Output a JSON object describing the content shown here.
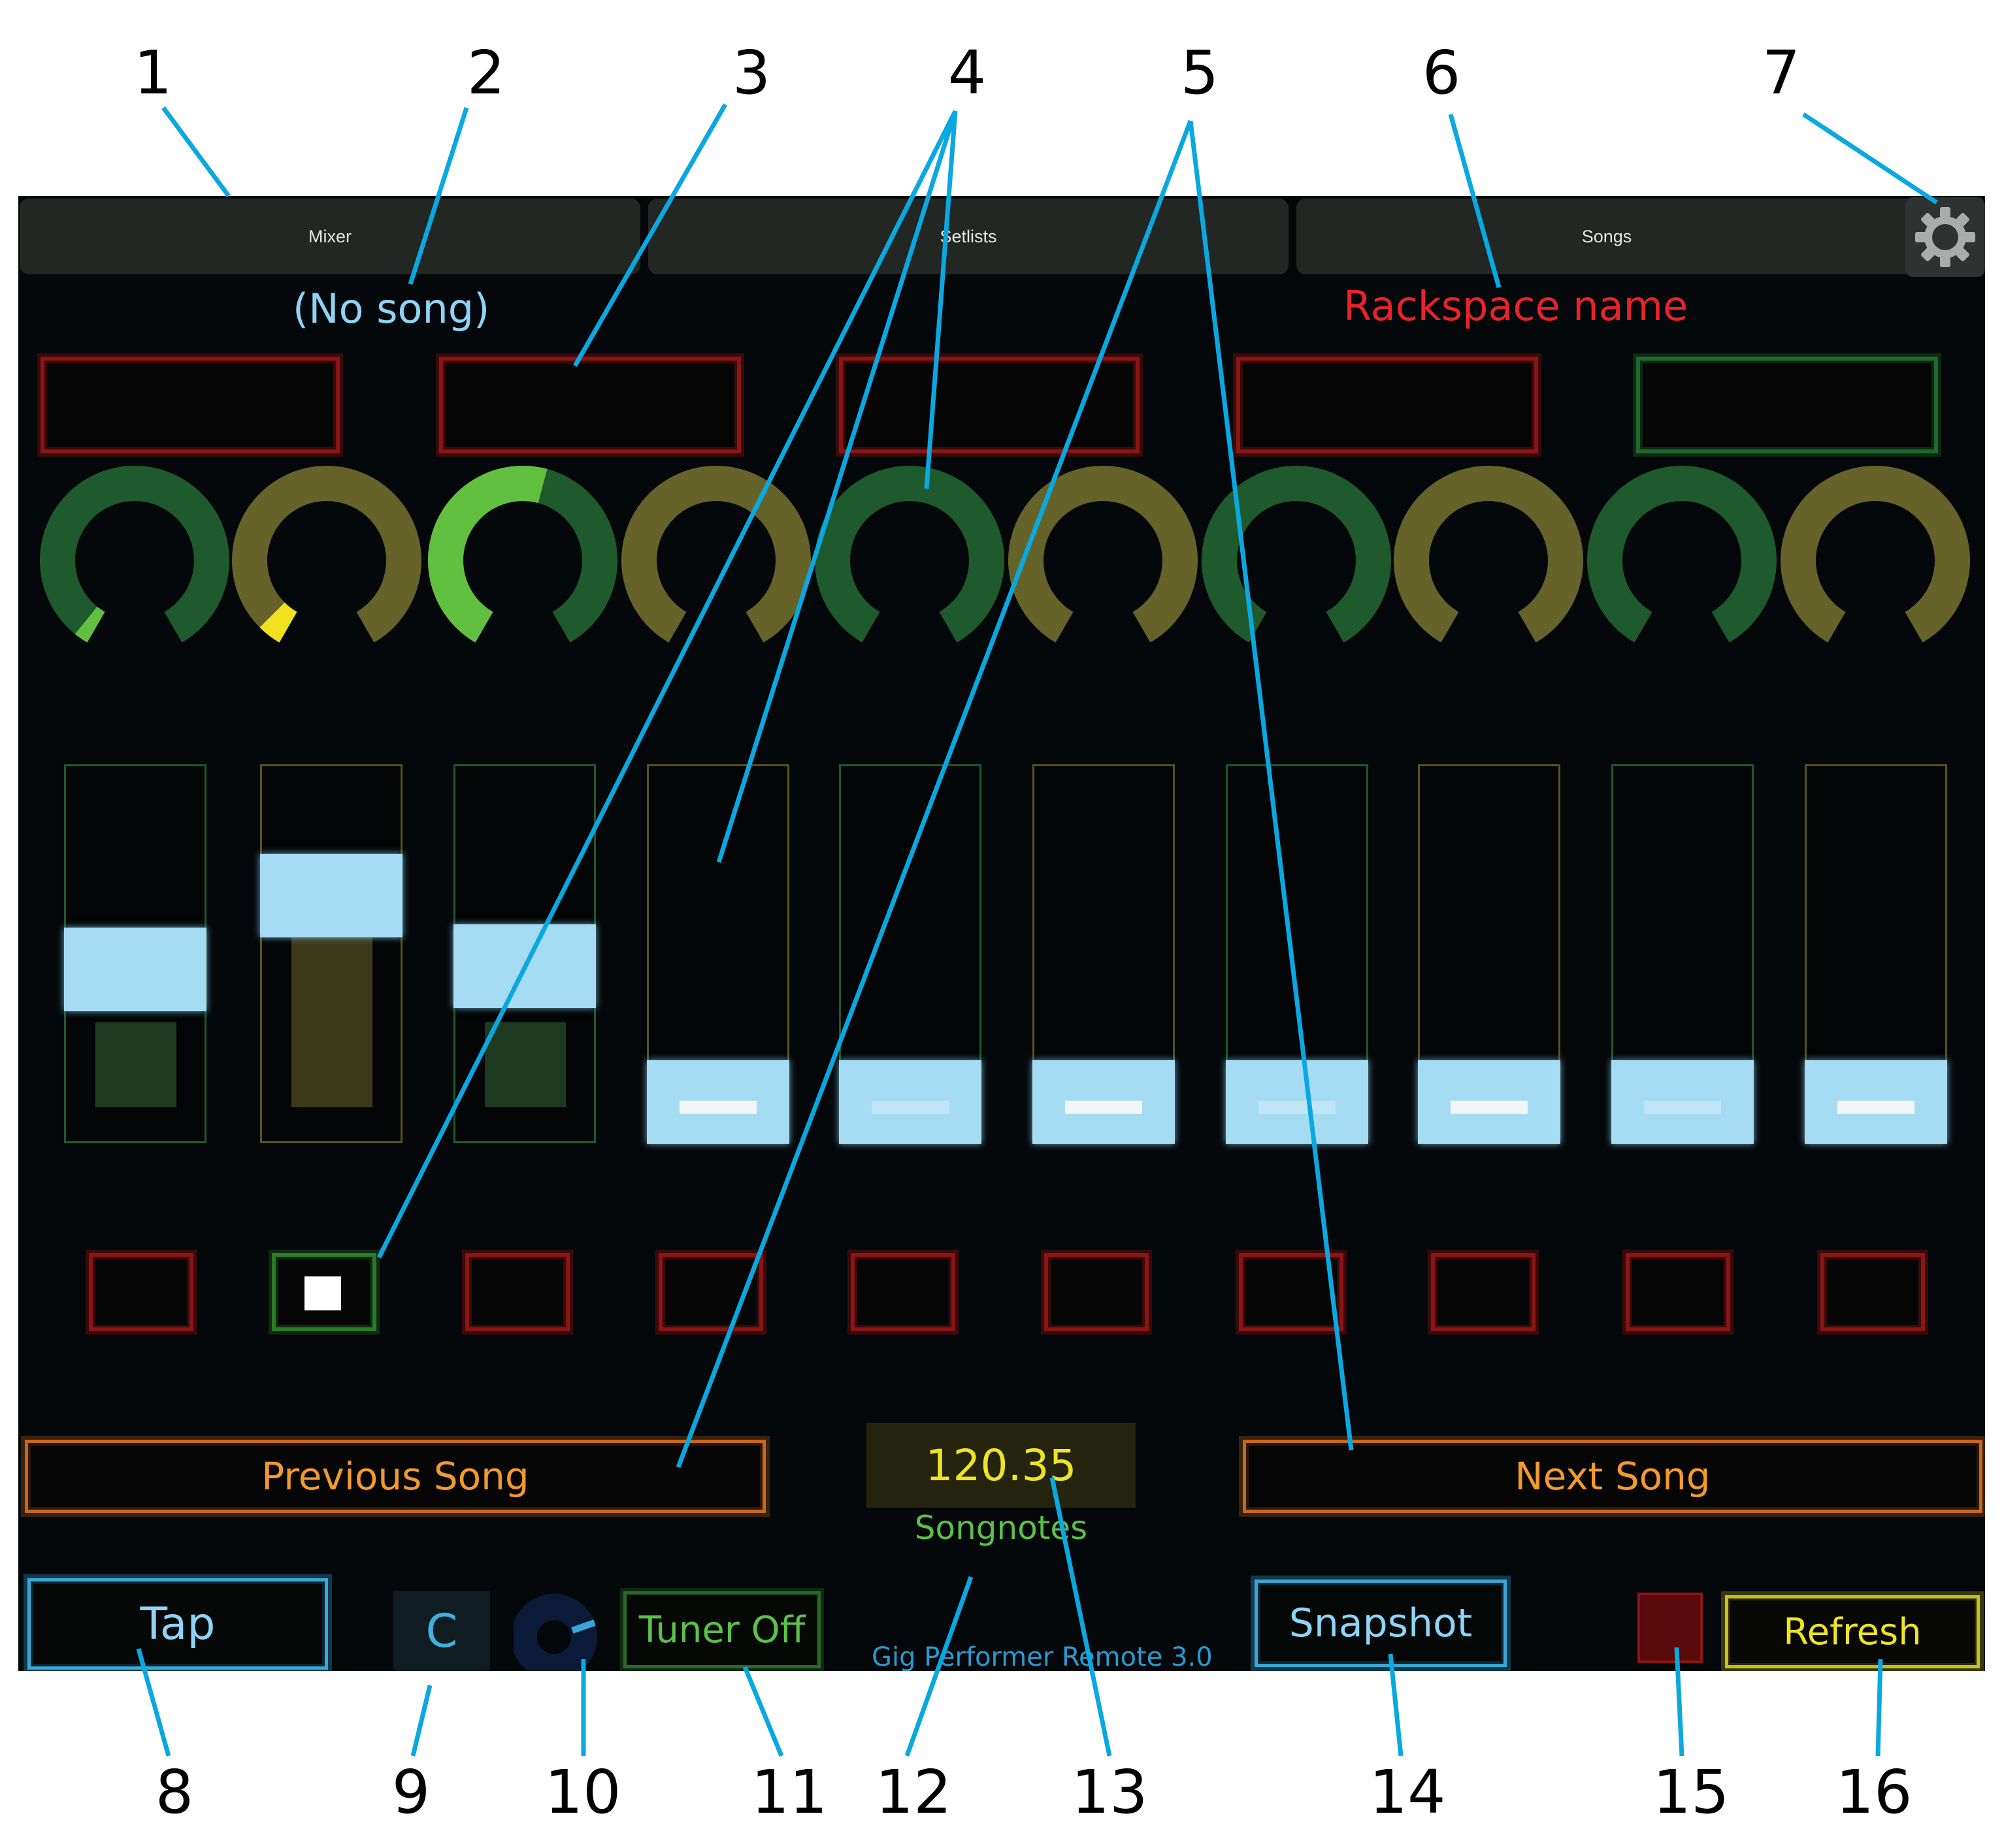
{
  "tabs": [
    {
      "label": "Mixer"
    },
    {
      "label": "Setlists"
    },
    {
      "label": "Songs"
    }
  ],
  "header": {
    "song_name": "(No song)",
    "rackspace_name": "Rackspace name"
  },
  "knobs": [
    {
      "value": 0.03,
      "color": "green"
    },
    {
      "value": 0.05,
      "color": "olive"
    },
    {
      "value": 0.55,
      "color": "green"
    },
    {
      "value": 0.0,
      "color": "olive"
    },
    {
      "value": 0.0,
      "color": "green"
    },
    {
      "value": 0.0,
      "color": "olive"
    },
    {
      "value": 0.0,
      "color": "green"
    },
    {
      "value": 0.0,
      "color": "olive"
    },
    {
      "value": 0.0,
      "color": "green"
    },
    {
      "value": 0.0,
      "color": "olive"
    }
  ],
  "faders": [
    {
      "value": 0.45,
      "level": 0.25,
      "color": "green"
    },
    {
      "value": 0.7,
      "level": 0.5,
      "color": "olive"
    },
    {
      "value": 0.46,
      "level": 0.25,
      "color": "green"
    },
    {
      "value": 0.0,
      "level": 0.0,
      "color": "olive"
    },
    {
      "value": 0.0,
      "level": 0.0,
      "color": "green"
    },
    {
      "value": 0.0,
      "level": 0.0,
      "color": "olive"
    },
    {
      "value": 0.0,
      "level": 0.0,
      "color": "green"
    },
    {
      "value": 0.0,
      "level": 0.0,
      "color": "olive"
    },
    {
      "value": 0.0,
      "level": 0.0,
      "color": "green"
    },
    {
      "value": 0.0,
      "level": 0.0,
      "color": "olive"
    }
  ],
  "buttons": [
    {
      "on": false
    },
    {
      "on": true
    },
    {
      "on": false
    },
    {
      "on": false
    },
    {
      "on": false
    },
    {
      "on": false
    },
    {
      "on": false
    },
    {
      "on": false
    },
    {
      "on": false
    },
    {
      "on": false
    }
  ],
  "nav": {
    "previous_label": "Previous Song",
    "next_label": "Next Song",
    "tempo": "120.35",
    "songnotes": "Songnotes"
  },
  "bottom": {
    "tap_label": "Tap",
    "key_label": "C",
    "tuner_label": "Tuner Off",
    "version": "Gig Performer Remote 3.0",
    "snapshot_label": "Snapshot",
    "refresh_label": "Refresh"
  },
  "callouts": [
    "1",
    "2",
    "3",
    "4",
    "5",
    "6",
    "7",
    "8",
    "9",
    "10",
    "11",
    "12",
    "13",
    "14",
    "15",
    "16"
  ],
  "colors": {
    "green_dark": "#1f5a2c",
    "green_light": "#62c040",
    "olive": "#65622a",
    "yellow": "#f0e020",
    "red_border": "#8a1515",
    "orange": "#f39a2c",
    "cyan": "#3aa8d6",
    "callout_line": "#0aa8e0"
  }
}
